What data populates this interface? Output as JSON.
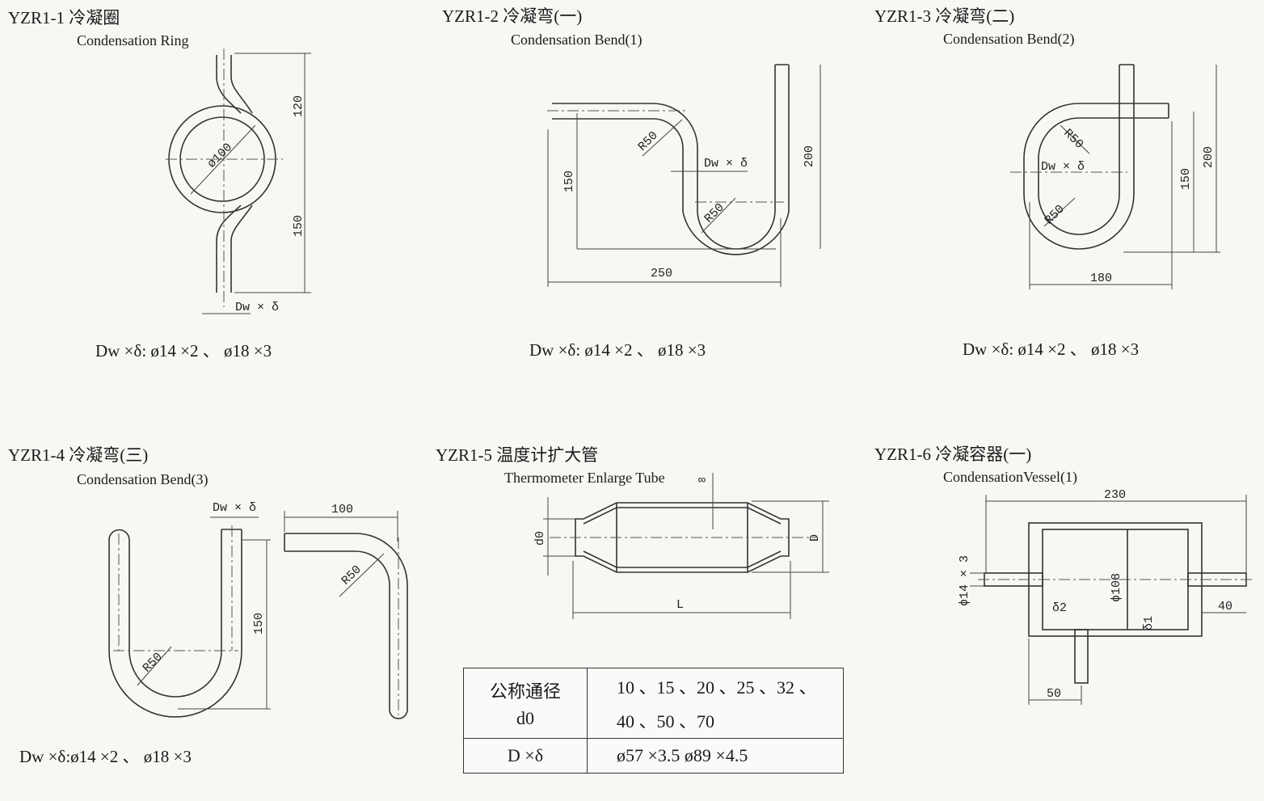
{
  "panels": [
    {
      "id": "yzr1-1",
      "code": "YZR1-1 冷凝圈",
      "english": "Condensation Ring",
      "spec": "Dw ×δ: ø14 ×2 、 ø18 ×3",
      "labels": {
        "h_top": "120",
        "h_bottom": "150",
        "dia": "ø100",
        "tube": "Dw × δ"
      }
    },
    {
      "id": "yzr1-2",
      "code": "YZR1-2 冷凝弯(一)",
      "english": "Condensation Bend(1)",
      "spec": "Dw ×δ: ø14 ×2 、 ø18 ×3",
      "labels": {
        "r_top": "R50",
        "r_bottom": "R50",
        "tube": "Dw × δ",
        "h_left": "150",
        "h_right": "200",
        "width": "250"
      }
    },
    {
      "id": "yzr1-3",
      "code": "YZR1-3 冷凝弯(二)",
      "english": "Condensation Bend(2)",
      "spec": "Dw ×δ: ø14 ×2 、 ø18 ×3",
      "labels": {
        "r_top": "R50",
        "r_bottom": "R50",
        "tube": "Dw × δ",
        "h_inner": "150",
        "h_outer": "200",
        "width": "180"
      }
    },
    {
      "id": "yzr1-4",
      "code": "YZR1-4 冷凝弯(三)",
      "english": "Condensation Bend(3)",
      "spec": "Dw ×δ:ø14 ×2 、 ø18 ×3",
      "labels": {
        "tube": "Dw × δ",
        "r_u": "R50",
        "height": "150",
        "width": "100",
        "r_l": "R50"
      }
    },
    {
      "id": "yzr1-5",
      "code": "YZR1-5 温度计扩大管",
      "english": "Thermometer Enlarge Tube",
      "labels": {
        "delta": "∞",
        "d0": "d0",
        "D": "D",
        "L": "L"
      }
    },
    {
      "id": "yzr1-6",
      "code": "YZR1-6 冷凝容器(一)",
      "english": "CondensationVessel(1)",
      "labels": {
        "width": "230",
        "pipe": "ϕ14 × 3",
        "body": "ϕ108",
        "d2": "δ2",
        "d1": "δ1",
        "side": "40",
        "bottom": "50"
      }
    }
  ],
  "table": {
    "row1_header_line1": "公称通径",
    "row1_header_line2": "d0",
    "row1_values_line1": "10 、15 、20 、25 、32 、",
    "row1_values_line2": "40 、50 、70",
    "row2_header": "D ×δ",
    "row2_values": "ø57 ×3.5  ø89 ×4.5"
  }
}
